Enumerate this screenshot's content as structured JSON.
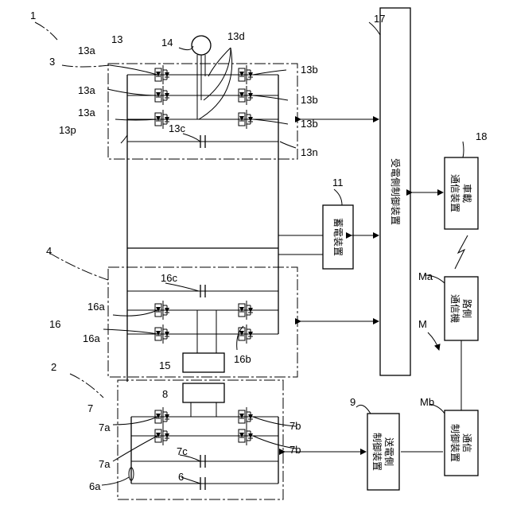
{
  "labels": {
    "l1": "1",
    "l2": "2",
    "l3": "3",
    "l4": "4",
    "l6": "6",
    "l6a": "6a",
    "l7": "7",
    "l7a1": "7a",
    "l7a2": "7a",
    "l7b1": "7b",
    "l7b2": "7b",
    "l7c": "7c",
    "l8": "8",
    "l9": "9",
    "l11": "11",
    "l13": "13",
    "l13a1": "13a",
    "l13a2": "13a",
    "l13a3": "13a",
    "l13b1": "13b",
    "l13b2": "13b",
    "l13b3": "13b",
    "l13c": "13c",
    "l13d": "13d",
    "l13n": "13n",
    "l13p": "13p",
    "l14": "14",
    "l15": "15",
    "l16": "16",
    "l16a1": "16a",
    "l16a2": "16a",
    "l16b": "16b",
    "l16c": "16c",
    "l17": "17",
    "l18": "18",
    "lM": "M",
    "lMa": "Ma",
    "lMb": "Mb"
  },
  "boxes": {
    "b17": "受電側制御装置",
    "b11": "蓄電装置",
    "b18_1": "車載",
    "b18_2": "通信装置",
    "bMa_1": "路側",
    "bMa_2": "通信機",
    "bMb_1": "通信",
    "bMb_2": "制御装置",
    "b9_1": "送電側",
    "b9_2": "制御装置"
  }
}
